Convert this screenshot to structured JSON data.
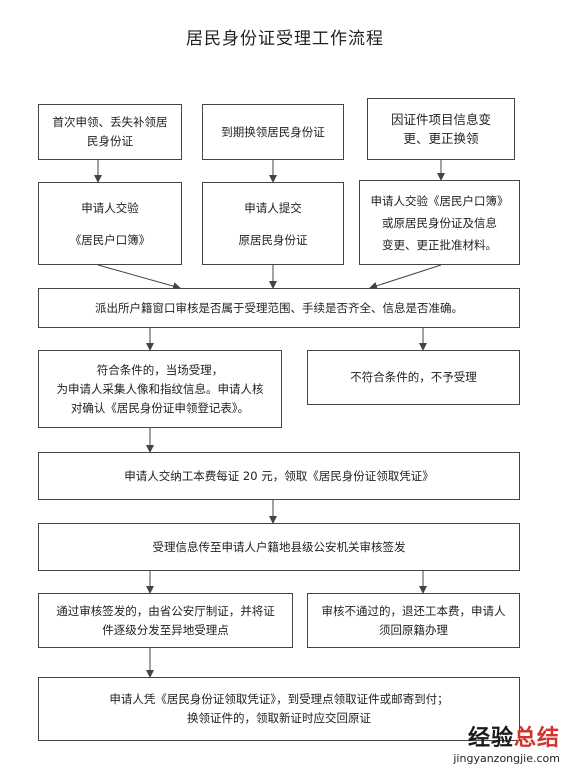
{
  "title": "居民身份证受理工作流程",
  "boxes": {
    "top_left": "首次申领、丢失补领居\n民身份证",
    "top_mid": "到期换领居民身份证",
    "top_right": "因证件项目信息变\n更、更正换领",
    "mid_left": "申请人交验\n《居民户口簿》",
    "mid_mid": "申请人提交\n原居民身份证",
    "mid_right": "申请人交验《居民户口簿》\n或原居民身份证及信息\n变更、更正批准材料。",
    "review": "派出所户籍窗口审核是否属于受理范围、手续是否齐全、信息是否准确。",
    "accept": "符合条件的，当场受理，\n为申请人采集人像和指纹信息。申请人核\n对确认《居民身份证申领登记表》。",
    "reject": "不符合条件的，不予受理",
    "fee": "申请人交纳工本费每证 20 元，领取《居民身份证领取凭证》",
    "transfer": "受理信息传至申请人户籍地县级公安机关审核签发",
    "approved": "通过审核签发的，由省公安厅制证，并将证\n件逐级分发至异地受理点",
    "not_approved": "审核不通过的，退还工本费，申请人\n须回原籍办理",
    "final": "申请人凭《居民身份证领取凭证》，到受理点领取证件或邮寄到付；\n换领证件的，领取新证时应交回原证"
  },
  "watermark": {
    "brand_black": "经验",
    "brand_red": "总结",
    "url": "jingyanzongjie.com"
  },
  "colors": {
    "line": "#444444",
    "watermark_red": "#d0342c"
  }
}
